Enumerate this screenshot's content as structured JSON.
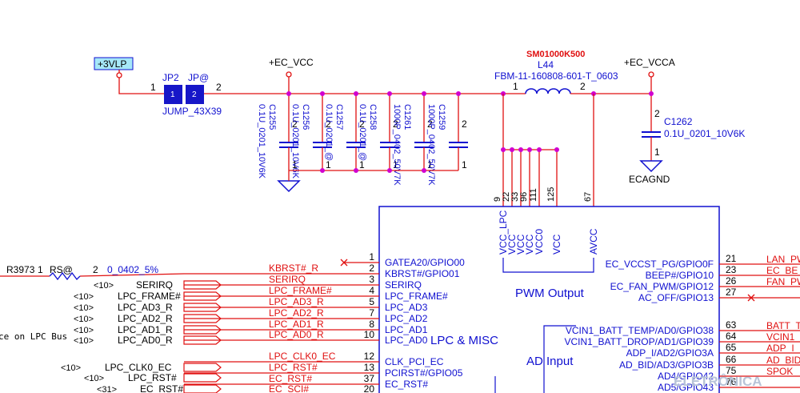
{
  "power": {
    "vlp": "+3VLP",
    "ec_vcc": "+EC_VCC",
    "ec_vcca": "+EC_VCCA",
    "gnd": "ECAGND"
  },
  "jumper": {
    "ref1": "JP2",
    "ref2": "JP@",
    "pin1": "1",
    "pin2": "2",
    "body1": "1",
    "body2": "2",
    "footprint": "JUMP_43X39"
  },
  "capacitors": [
    {
      "ref": "C1255",
      "value": "0.1U_0201_10V6K",
      "p1": "1",
      "p2": "2"
    },
    {
      "ref": "C1256",
      "value": "0.1U_0201_10V6K",
      "p1": "1",
      "p2": "2"
    },
    {
      "ref": "C1257",
      "value": "0.1U_0201_@",
      "p1": "1",
      "p2": "2"
    },
    {
      "ref": "C1258",
      "value": "0.1U_0201_@",
      "p1": "1",
      "p2": "2"
    },
    {
      "ref": "C1261",
      "value": "1000P_0402_50V7K",
      "p1": "1",
      "p2": "2"
    },
    {
      "ref": "C1259",
      "value": "1000P_0402_50V7K",
      "p1": "1",
      "p2": "2"
    }
  ],
  "bead": {
    "part_no": "SM01000K500",
    "ref": "L44",
    "value": "FBM-11-160808-601-T_0603",
    "pin1": "1",
    "pin2": "2"
  },
  "cap_vcca": {
    "ref": "C1262",
    "value": "0.1U_0201_10V6K",
    "p1": "1",
    "p2": "2"
  },
  "resistor": {
    "ref": "R3973",
    "pin1": "1",
    "name": "RS@",
    "pin2": "2",
    "value": "0_0402_5%"
  },
  "note": "ce on LPC Bus",
  "ic": {
    "section_lpc": "LPC & MISC",
    "section_pwm": "PWM Output",
    "section_ad": "AD Input",
    "top_pins": [
      {
        "num": "9",
        "name": "VCC_LPC"
      },
      {
        "num": "22",
        "name": "VCC"
      },
      {
        "num": "33",
        "name": "VCC"
      },
      {
        "num": "96",
        "name": "VCC"
      },
      {
        "num": "111",
        "name": "VCC0"
      },
      {
        "num": "125",
        "name": "VCC"
      },
      {
        "num": "67",
        "name": "AVCC"
      }
    ],
    "left_pins": [
      {
        "num": "1",
        "name": "GATEA20/GPIO00",
        "net": ""
      },
      {
        "num": "2",
        "name": "KBRST#/GPIO01",
        "net": "KBRST#_R"
      },
      {
        "num": "3",
        "name": "SERIRQ",
        "net": "SERIRQ"
      },
      {
        "num": "4",
        "name": "LPC_FRAME#",
        "net": "LPC_FRAME#"
      },
      {
        "num": "5",
        "name": "LPC_AD3",
        "net": "LPC_AD3_R"
      },
      {
        "num": "7",
        "name": "LPC_AD2",
        "net": "LPC_AD2_R"
      },
      {
        "num": "8",
        "name": "LPC_AD1",
        "net": "LPC_AD1_R"
      },
      {
        "num": "10",
        "name": "LPC_AD0",
        "net": "LPC_AD0_R"
      },
      {
        "num": "12",
        "name": "CLK_PCI_EC",
        "net": "LPC_CLK0_EC"
      },
      {
        "num": "13",
        "name": "PCIRST#/GPIO05",
        "net": "LPC_RST#"
      },
      {
        "num": "37",
        "name": "EC_RST#",
        "net": "EC_RST#"
      },
      {
        "num": "20",
        "name": "",
        "net": "EC_SCI#"
      }
    ],
    "right_pins": [
      {
        "num": "21",
        "name": "EC_VCCST_PG/GPIO0F",
        "net": "LAN_PW"
      },
      {
        "num": "23",
        "name": "BEEP#/GPIO10",
        "net": "EC_BE"
      },
      {
        "num": "26",
        "name": "EC_FAN_PWM/GPIO12",
        "net": "FAN_PW"
      },
      {
        "num": "27",
        "name": "AC_OFF/GPIO13",
        "net": ""
      },
      {
        "num": "63",
        "name": "VCIN1_BATT_TEMP/AD0/GPIO38",
        "net": "BATT_T"
      },
      {
        "num": "64",
        "name": "VCIN1_BATT_DROP/AD1/GPIO39",
        "net": "VCIN1_"
      },
      {
        "num": "65",
        "name": "ADP_I/AD2/GPIO3A",
        "net": "ADP_I"
      },
      {
        "num": "66",
        "name": "AD_BID/AD3/GPIO3B",
        "net": "AD_BID"
      },
      {
        "num": "75",
        "name": "AD4/GPIO42",
        "net": "SPOK"
      },
      {
        "num": "76",
        "name": "AD5/GPIO43",
        "net": ""
      }
    ]
  },
  "offpage": [
    {
      "ref": "<10>",
      "label": "SERIRQ"
    },
    {
      "ref": "<10>",
      "label": "LPC_FRAME#"
    },
    {
      "ref": "<10>",
      "label": "LPC_AD3_R"
    },
    {
      "ref": "<10>",
      "label": "LPC_AD2_R"
    },
    {
      "ref": "<10>",
      "label": "LPC_AD1_R"
    },
    {
      "ref": "<10>",
      "label": "LPC_AD0_R"
    },
    {
      "ref": "<10>",
      "label": "LPC_CLK0_EC"
    },
    {
      "ref": "<10>",
      "label": "LPC_RST#"
    },
    {
      "ref": "<31>",
      "label": "EC_RST#"
    }
  ],
  "watermark": "ELETRÔNICA",
  "colors": {
    "wire": "#e01010",
    "label": "#1010d0",
    "junction": "#d000d0",
    "jumper": "#1616c8",
    "vlp_box": "#a6e8f8"
  }
}
